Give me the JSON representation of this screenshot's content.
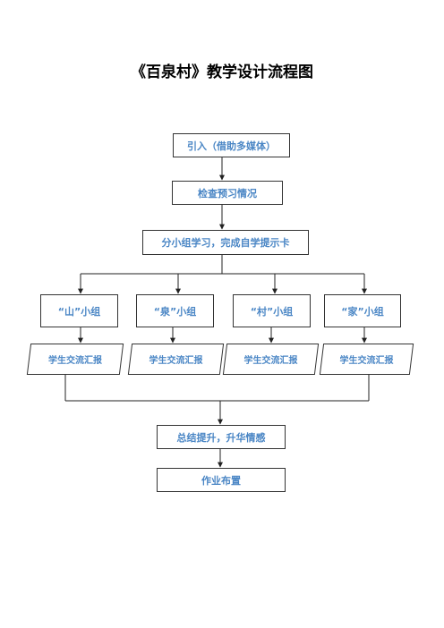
{
  "title": "《百泉村》教学设计流程图",
  "steps": {
    "intro": "引入（借助多媒体）",
    "check": "检查预习情况",
    "group_study": "分小组学习，完成自学提示卡",
    "summary": "总结提升，升华情感",
    "homework": "作业布置"
  },
  "groups": [
    {
      "label": "“山”小组",
      "report": "学生交流汇报"
    },
    {
      "label": "“泉”小组",
      "report": "学生交流汇报"
    },
    {
      "label": "“村”小组",
      "report": "学生交流汇报"
    },
    {
      "label": "“家”小组",
      "report": "学生交流汇报"
    }
  ],
  "colors": {
    "text": "#4a86c5",
    "line": "#333333"
  }
}
